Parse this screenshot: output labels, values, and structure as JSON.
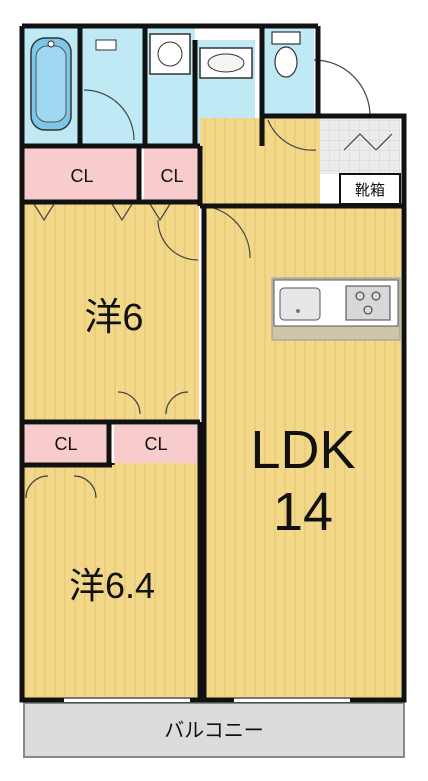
{
  "rooms": {
    "western_room_upper": "洋6",
    "western_room_lower": "洋6.4",
    "ldk_line1": "LDK",
    "ldk_line2": "14",
    "balcony": "バルコニー"
  },
  "closets": {
    "upper_left": "CL",
    "upper_right": "CL",
    "lower_left": "CL",
    "lower_right": "CL"
  },
  "shoe_cabinet": "靴箱",
  "colors": {
    "wall": "#111111",
    "floor_wood": "#f3d88a",
    "floor_grain": "#e2c46e",
    "wet_area": "#bfeaf5",
    "closet": "#f8cccc",
    "entrance_tile": "#e3e3e3",
    "balcony": "#dcdcdc",
    "counter": "#cfc3a8"
  }
}
